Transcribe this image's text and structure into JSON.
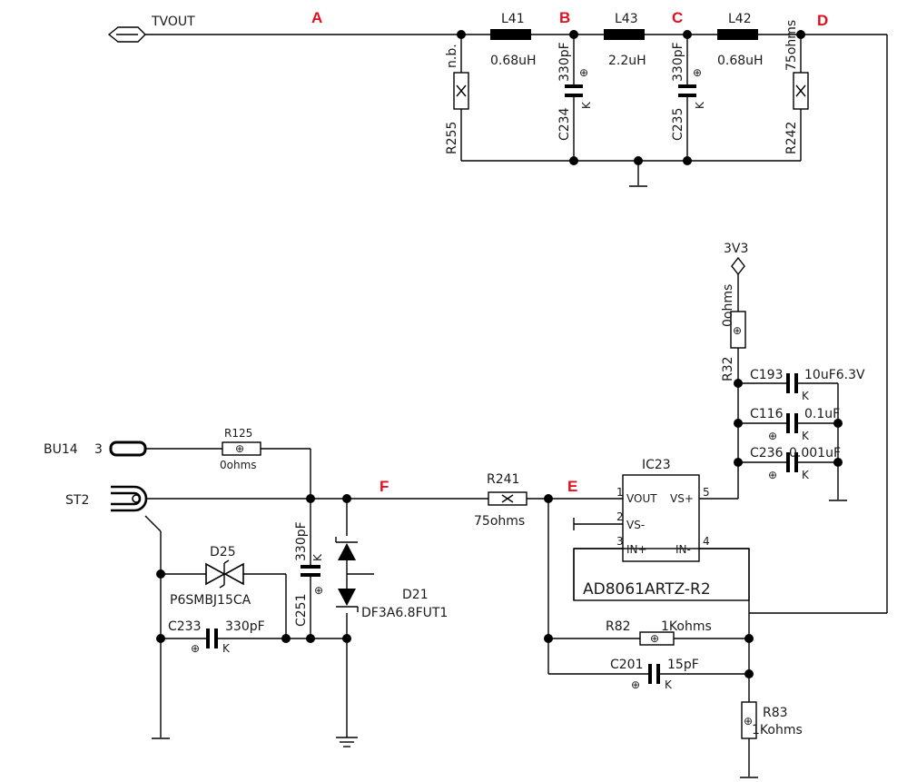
{
  "nets": {
    "tvout": "TVOUT",
    "bu14": "BU14",
    "bu14_pin": "3",
    "st2": "ST2",
    "v3v3": "3V3"
  },
  "nodes": {
    "A": "A",
    "B": "B",
    "C": "C",
    "D": "D",
    "E": "E",
    "F": "F"
  },
  "components": {
    "L41": {
      "ref": "L41",
      "value": "0.68uH"
    },
    "L43": {
      "ref": "L43",
      "value": "2.2uH"
    },
    "L42": {
      "ref": "L42",
      "value": "0.68uH"
    },
    "R255": {
      "ref": "R255",
      "value": "n.b."
    },
    "C234": {
      "ref": "C234",
      "value": "330pF",
      "tag": "K"
    },
    "C235": {
      "ref": "C235",
      "value": "330pF",
      "tag": "K"
    },
    "R242": {
      "ref": "R242",
      "value": "75ohms"
    },
    "R32": {
      "ref": "R32",
      "value": "0ohms"
    },
    "C193": {
      "ref": "C193",
      "value": "10uF6.3V",
      "tag": "K"
    },
    "C116": {
      "ref": "C116",
      "value": "0.1uF",
      "tag": "K"
    },
    "C236": {
      "ref": "C236",
      "value": "0.001uF",
      "tag": "K"
    },
    "R125": {
      "ref": "R125",
      "value": "0ohms"
    },
    "R241": {
      "ref": "R241",
      "value": "75ohms"
    },
    "IC23": {
      "ref": "IC23",
      "part": "AD8061ARTZ-R2",
      "pins": {
        "p1": "1",
        "p1_name": "VOUT",
        "p2": "2",
        "p2_name": "VS-",
        "p3": "3",
        "p3_name": "IN+",
        "p4": "4",
        "p4_name": "IN-",
        "p5": "5",
        "p5_name": "VS+"
      }
    },
    "D25": {
      "ref": "D25",
      "part": "P6SMBJ15CA"
    },
    "D21": {
      "ref": "D21",
      "part": "DF3A6.8FUT1"
    },
    "C251": {
      "ref": "C251",
      "value": "330pF",
      "tag": "K"
    },
    "C233": {
      "ref": "C233",
      "value": "330pF",
      "tag": "K"
    },
    "R82": {
      "ref": "R82",
      "value": "1Kohms"
    },
    "C201": {
      "ref": "C201",
      "value": "15pF",
      "tag": "K"
    },
    "R83": {
      "ref": "R83",
      "value": "1Kohms"
    }
  }
}
